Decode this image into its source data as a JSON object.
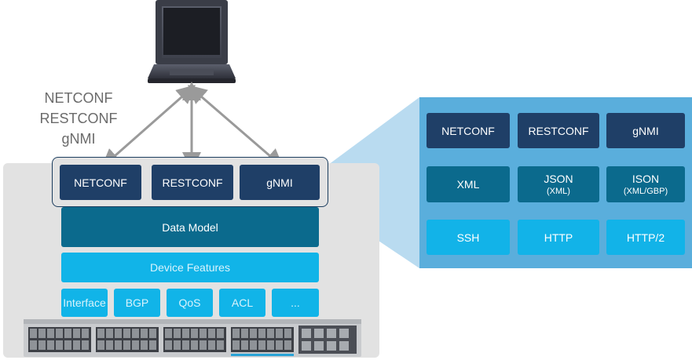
{
  "client_protocols": [
    "NETCONF",
    "RESTCONF",
    "gNMI"
  ],
  "device_stack": {
    "protocols": [
      "NETCONF",
      "RESTCONF",
      "gNMI"
    ],
    "data_model": "Data Model",
    "device_features": "Device Features",
    "features": [
      "Interface",
      "BGP",
      "QoS",
      "ACL",
      "..."
    ]
  },
  "detail_panel": {
    "protocols": [
      "NETCONF",
      "RESTCONF",
      "gNMI"
    ],
    "encodings": [
      {
        "label": "XML",
        "sub": ""
      },
      {
        "label": "JSON",
        "sub": "(XML)"
      },
      {
        "label": "ISON",
        "sub": "(XML/GBP)"
      }
    ],
    "transports": [
      "SSH",
      "HTTP",
      "HTTP/2"
    ]
  },
  "colors": {
    "protocol_box": "#1f3f67",
    "data_model": "#0b6a8d",
    "feature_box": "#12b3e8",
    "detail_panel": "#5aaedc",
    "detail_wedge": "#b9dbf0",
    "arrow": "#9a9a9a",
    "device_panel": "#e2e2e2"
  },
  "icons": [
    "laptop-icon",
    "network-switch-icon"
  ]
}
